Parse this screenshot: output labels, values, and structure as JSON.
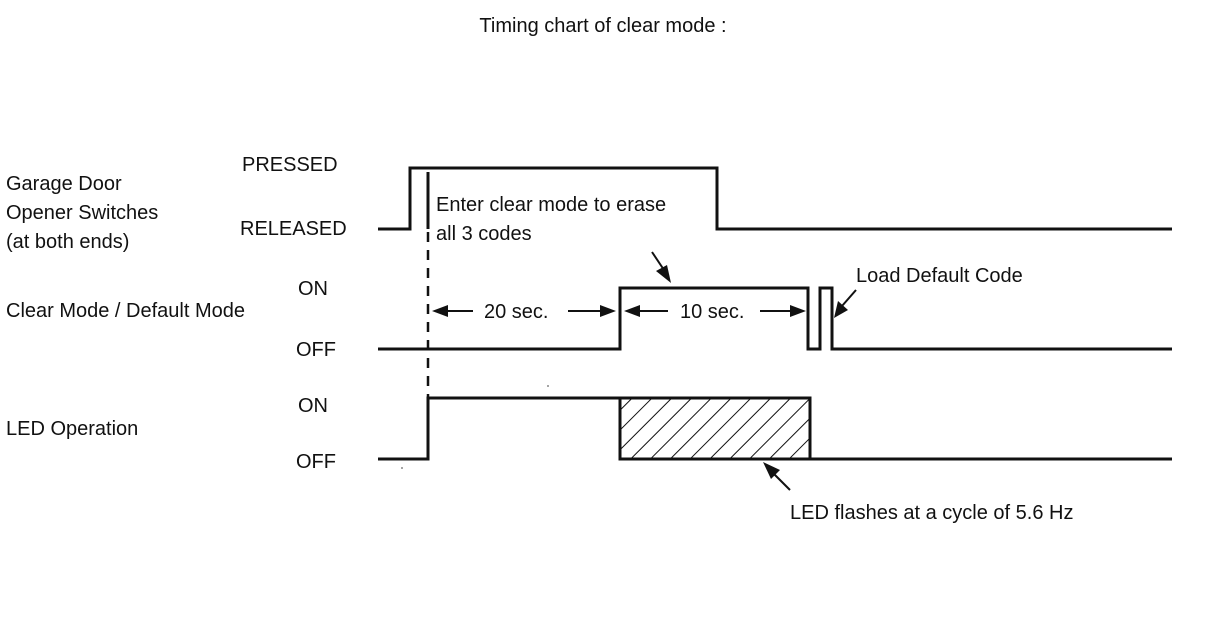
{
  "title": "Timing chart of clear mode :",
  "signals": [
    {
      "name": "Garage Door Opener Switches (at both ends)",
      "name_lines": [
        "Garage Door",
        "Opener Switches",
        "(at both ends)"
      ],
      "high_label": "PRESSED",
      "low_label": "RELEASED"
    },
    {
      "name": "Clear Mode / Default Mode",
      "name_lines": [
        "Clear Mode / Default Mode"
      ],
      "high_label": "ON",
      "low_label": "OFF"
    },
    {
      "name": "LED Operation",
      "name_lines": [
        "LED Operation"
      ],
      "high_label": "ON",
      "low_label": "OFF"
    }
  ],
  "annotations": {
    "clear_mode": [
      "Enter clear mode to erase",
      "all 3 codes"
    ],
    "interval_1": "20 sec.",
    "interval_2": "10 sec.",
    "load_default": "Load Default Code",
    "led_flash": "LED flashes at a cycle of 5.6 Hz"
  }
}
